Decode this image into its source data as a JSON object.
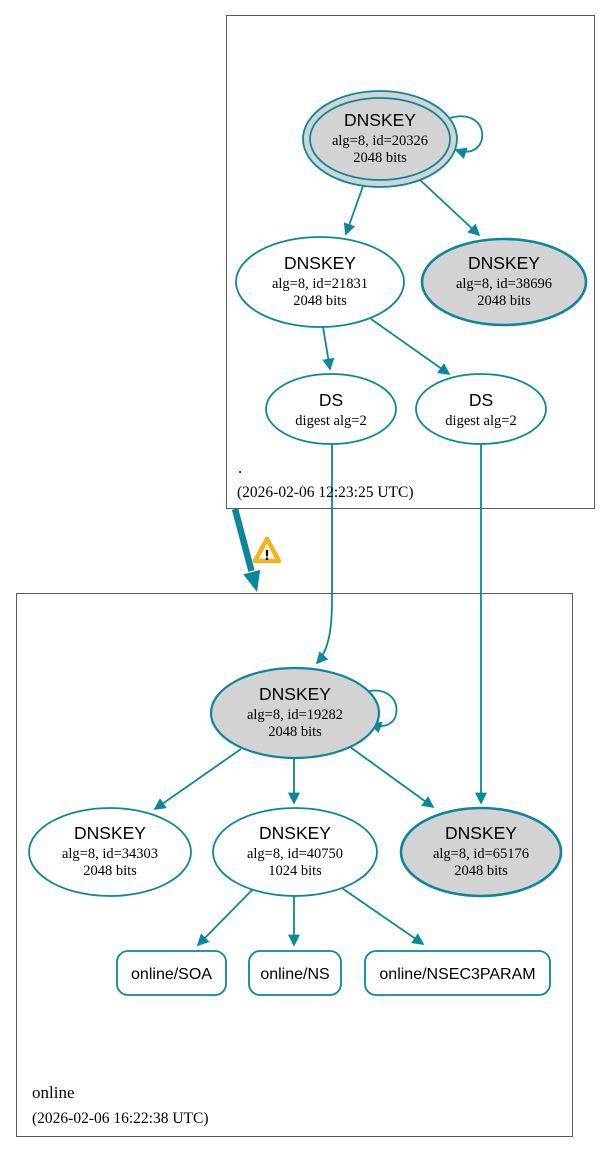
{
  "colors": {
    "edge_secure": "#0a879a",
    "node_fill_inactive_key": "#d3d3d3",
    "node_fill_default": "#ffffff",
    "cluster_border": "#5b5b5b",
    "warning_border": "#edb51e",
    "warning_fill": "#fefcf0",
    "text": "#000000"
  },
  "root_zone": {
    "label": ".",
    "timestamp": "(2026-02-06 12:23:25 UTC)",
    "nodes": {
      "ksk": {
        "title": "DNSKEY",
        "detail1": "alg=8, id=20326",
        "detail2": "2048 bits"
      },
      "zsk": {
        "title": "DNSKEY",
        "detail1": "alg=8, id=21831",
        "detail2": "2048 bits"
      },
      "key38696": {
        "title": "DNSKEY",
        "detail1": "alg=8, id=38696",
        "detail2": "2048 bits"
      },
      "ds_left": {
        "title": "DS",
        "detail1": "digest alg=2"
      },
      "ds_right": {
        "title": "DS",
        "detail1": "digest alg=2"
      }
    }
  },
  "online_zone": {
    "label": "online",
    "timestamp": "(2026-02-06 16:22:38 UTC)",
    "nodes": {
      "ksk": {
        "title": "DNSKEY",
        "detail1": "alg=8, id=19282",
        "detail2": "2048 bits"
      },
      "key34303": {
        "title": "DNSKEY",
        "detail1": "alg=8, id=34303",
        "detail2": "2048 bits"
      },
      "zsk": {
        "title": "DNSKEY",
        "detail1": "alg=8, id=40750",
        "detail2": "1024 bits"
      },
      "key65176": {
        "title": "DNSKEY",
        "detail1": "alg=8, id=65176",
        "detail2": "2048 bits"
      },
      "rrset_soa": {
        "label": "online/SOA"
      },
      "rrset_ns": {
        "label": "online/NS"
      },
      "rrset_nsec3param": {
        "label": "online/NSEC3PARAM"
      }
    }
  },
  "warning": {
    "glyph": "!"
  },
  "edges": [
    {
      "from": "./DNSKEY id=20326",
      "to": "./DNSKEY id=20326",
      "relation": "self-sign"
    },
    {
      "from": "./DNSKEY id=20326",
      "to": "./DNSKEY id=21831",
      "relation": "signs"
    },
    {
      "from": "./DNSKEY id=20326",
      "to": "./DNSKEY id=38696",
      "relation": "signs"
    },
    {
      "from": "./DNSKEY id=21831",
      "to": "./DS digest alg=2 (left)",
      "relation": "signs"
    },
    {
      "from": "./DNSKEY id=21831",
      "to": "./DS digest alg=2 (right)",
      "relation": "signs"
    },
    {
      "from": "./DS digest alg=2 (left)",
      "to": "online/DNSKEY id=19282",
      "relation": "delegation"
    },
    {
      "from": "./DS digest alg=2 (right)",
      "to": "online/DNSKEY id=65176",
      "relation": "delegation"
    },
    {
      "from": ". (zone)",
      "to": "online (zone)",
      "relation": "delegation-with-warning"
    },
    {
      "from": "online/DNSKEY id=19282",
      "to": "online/DNSKEY id=19282",
      "relation": "self-sign"
    },
    {
      "from": "online/DNSKEY id=19282",
      "to": "online/DNSKEY id=34303",
      "relation": "signs"
    },
    {
      "from": "online/DNSKEY id=19282",
      "to": "online/DNSKEY id=40750",
      "relation": "signs"
    },
    {
      "from": "online/DNSKEY id=19282",
      "to": "online/DNSKEY id=65176",
      "relation": "signs"
    },
    {
      "from": "online/DNSKEY id=40750",
      "to": "online/SOA",
      "relation": "signs"
    },
    {
      "from": "online/DNSKEY id=40750",
      "to": "online/NS",
      "relation": "signs"
    },
    {
      "from": "online/DNSKEY id=40750",
      "to": "online/NSEC3PARAM",
      "relation": "signs"
    }
  ]
}
